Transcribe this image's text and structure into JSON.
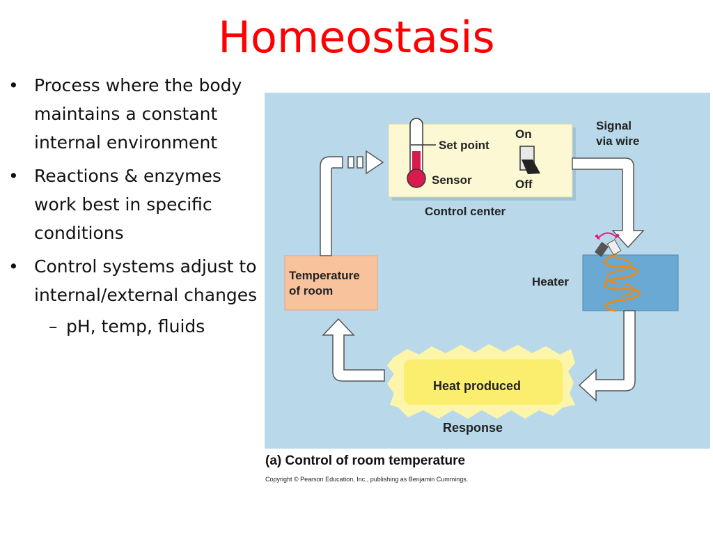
{
  "slide": {
    "title": "Homeostasis",
    "bullets": [
      {
        "marker": "•",
        "text": "Process where the body maintains a constant internal environment"
      },
      {
        "marker": "•",
        "text": "Reactions & enzymes work best in specific conditions"
      },
      {
        "marker": "•",
        "text": "Control systems adjust to internal/external changes"
      },
      {
        "marker": "–",
        "text": "pH, temp, fluids"
      }
    ]
  },
  "diagram": {
    "control_center": {
      "set_point": "Set point",
      "sensor": "Sensor",
      "switch_on": "On",
      "switch_off": "Off",
      "label": "Control center"
    },
    "signal": {
      "line1": "Signal",
      "line2": "via wire"
    },
    "heater": "Heater",
    "temperature": {
      "line1": "Temperature",
      "line2": "of room"
    },
    "heat_produced": "Heat produced",
    "response": "Response",
    "caption": "(a) Control of room temperature",
    "copyright": "Copyright © Pearson Education, Inc., publishing as Benjamin Cummings.",
    "colors": {
      "background": "#b9d9ea",
      "control_center": "#fbf8d3",
      "temperature_box": "#f8c39c",
      "heater_box": "#6aa9d4",
      "heat_glow": "#fbee6e",
      "thermometer": "#d81b4d",
      "coil": "#e88a1c",
      "arrow": "#ffffff"
    }
  }
}
